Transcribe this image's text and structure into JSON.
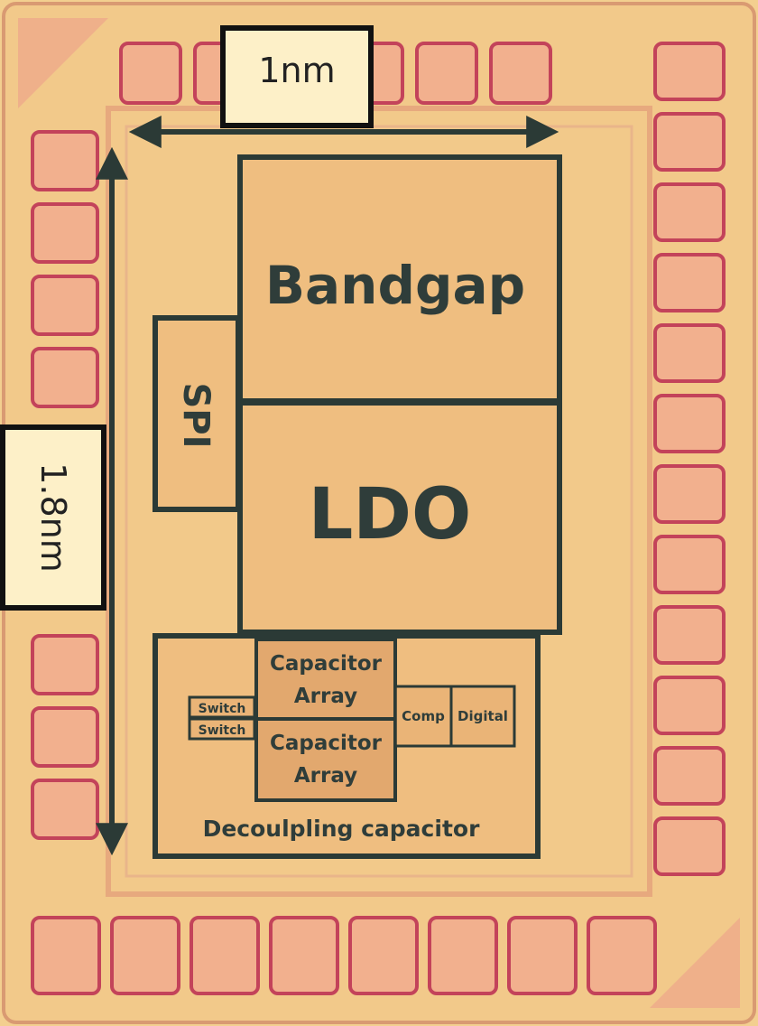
{
  "dimensions": {
    "width_label": "1nm",
    "height_label": "1.8nm"
  },
  "blocks": {
    "bandgap": "Bandgap",
    "ldo": "LDO",
    "spi": "SPI",
    "cap_array_top": [
      "Capacitor",
      "Array"
    ],
    "cap_array_bottom": [
      "Capacitor",
      "Array"
    ],
    "switch_top": "Switch",
    "switch_bottom": "Switch",
    "comp": "Comp",
    "digital": "Digital",
    "decoupling": "Decoulpling capacitor"
  },
  "colors": {
    "die": "#f3cf8f",
    "pad_ring": "#c3435a",
    "block_outline": "#2b3a36",
    "label_box": "#fdf0c8"
  }
}
